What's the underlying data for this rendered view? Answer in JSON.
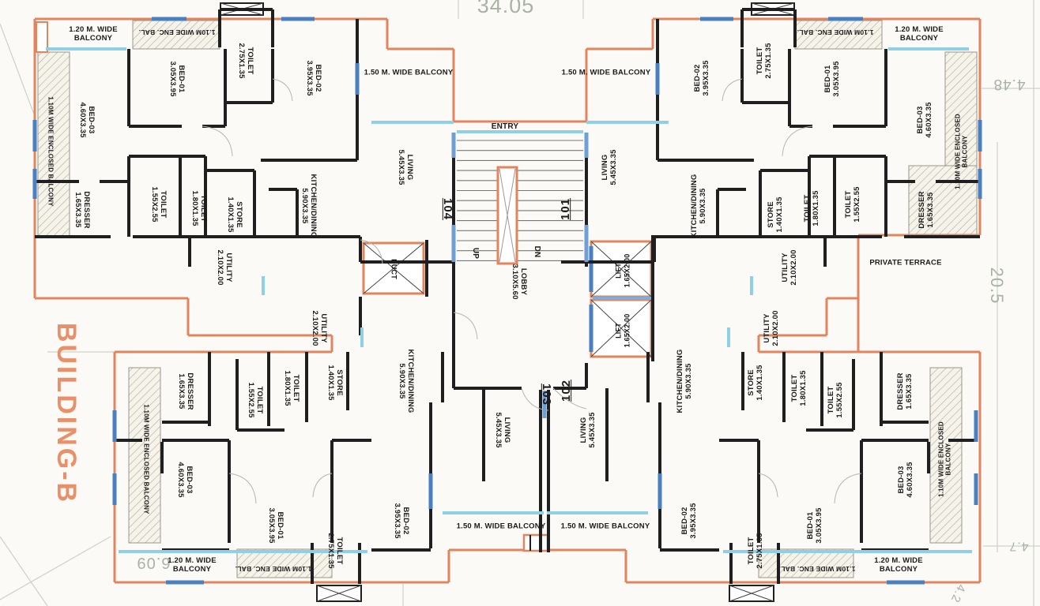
{
  "drawing_title": "BUILDING-B",
  "unit_numbers": [
    "104",
    "101",
    "103",
    "102"
  ],
  "dimensions": {
    "top_width": "34.05",
    "right_top": "4.48",
    "right_middle": "20.5",
    "right_bottom": "4.7",
    "bottom_left": "6.09",
    "bottom_right": "4.2"
  },
  "colors": {
    "boundary_orange": "#e0855e",
    "wall_black": "#1f1f1f",
    "window_blue": "#4a7fc1",
    "sill_cyan": "#8fd0e6",
    "dim_text": "#a9b2a7",
    "title_orange": "#e8906a",
    "paper": "#fbfaf6"
  },
  "labels": [
    {
      "id": "dim-top",
      "text": "34.05"
    },
    {
      "id": "dim-right-top",
      "text": "4.48"
    },
    {
      "id": "dim-right-mid",
      "text": "20.5"
    },
    {
      "id": "dim-right-bottom",
      "text": "4.7"
    },
    {
      "id": "dim-bottom-left",
      "text": "6.09"
    },
    {
      "id": "dim-bottom-right",
      "text": "4.2"
    },
    {
      "id": "building-title",
      "text": "BUILDING-B"
    },
    {
      "id": "core-entry",
      "text": "ENTRY"
    },
    {
      "id": "core-up",
      "text": "UP"
    },
    {
      "id": "core-dn",
      "text": "DN"
    },
    {
      "id": "core-lobby",
      "text": "LOBBY\n3.10X5.60"
    },
    {
      "id": "core-duct",
      "text": "DUCT"
    },
    {
      "id": "core-lift-1",
      "text": "LIFT\n1.65X2.00"
    },
    {
      "id": "core-lift-2",
      "text": "LIFT\n1.65X2.00"
    },
    {
      "id": "unit-104",
      "text": "104"
    },
    {
      "id": "unit-101",
      "text": "101"
    },
    {
      "id": "unit-103",
      "text": "103"
    },
    {
      "id": "unit-102",
      "text": "102"
    },
    {
      "id": "private-terrace",
      "text": "PRIVATE TERRACE"
    },
    {
      "id": "u104-balcony-120",
      "text": "1.20 M. WIDE\nBALCONY"
    },
    {
      "id": "u104-enc-bal-top",
      "text": "1.10M WIDE ENC. BAL."
    },
    {
      "id": "u104-bed01",
      "text": "BED-01\n3.05X3.95"
    },
    {
      "id": "u104-toilet-275",
      "text": "TOILET\n2.75X1.35"
    },
    {
      "id": "u104-bed02",
      "text": "BED-02\n3.95X3.35"
    },
    {
      "id": "u104-bed03",
      "text": "BED-03\n4.60X3.35"
    },
    {
      "id": "u104-enc-balcony",
      "text": "1.10M WIDE ENCLOSED BALCONY"
    },
    {
      "id": "u104-dresser",
      "text": "DRESSER\n1.65X3.35"
    },
    {
      "id": "u104-toilet-155",
      "text": "TOILET\n1.55X2.55"
    },
    {
      "id": "u104-toilet-180",
      "text": "TOILET\n1.80X1.35"
    },
    {
      "id": "u104-store",
      "text": "STORE\n1.40X1.35"
    },
    {
      "id": "u104-kitchen",
      "text": "KITCHEN/DINING\n5.90X3.35"
    },
    {
      "id": "u104-utility",
      "text": "UTILITY\n2.10X2.00"
    },
    {
      "id": "u104-living",
      "text": "LIVING\n5.45X3.35"
    },
    {
      "id": "u104-balcony-150",
      "text": "1.50 M. WIDE BALCONY"
    },
    {
      "id": "u101-balcony-150",
      "text": "1.50 M. WIDE BALCONY"
    },
    {
      "id": "u101-living",
      "text": "LIVING\n5.45X3.35"
    },
    {
      "id": "u101-bed02",
      "text": "BED-02\n3.95X3.35"
    },
    {
      "id": "u101-toilet-275",
      "text": "TOILET\n2.75X1.35"
    },
    {
      "id": "u101-bed01",
      "text": "BED-01\n3.05X3.95"
    },
    {
      "id": "u101-enc-bal-top",
      "text": "1.10M WIDE ENC. BAL."
    },
    {
      "id": "u101-balcony-120",
      "text": "1.20 M. WIDE\nBALCONY"
    },
    {
      "id": "u101-bed03",
      "text": "BED-03\n4.60X3.35"
    },
    {
      "id": "u101-enc-balcony",
      "text": "1.10M WIDE ENCLOSED BALCONY"
    },
    {
      "id": "u101-dresser",
      "text": "DRESSER\n1.65X3.35"
    },
    {
      "id": "u101-toilet-155",
      "text": "TOILET\n1.55X2.55"
    },
    {
      "id": "u101-toilet-180",
      "text": "TOILET\n1.80X1.35"
    },
    {
      "id": "u101-store",
      "text": "STORE\n1.40X1.35"
    },
    {
      "id": "u101-kitchen",
      "text": "KITCHEN/DINING\n5.90X3.35"
    },
    {
      "id": "u101-utility",
      "text": "UTILITY\n2.10X2.00"
    },
    {
      "id": "u103-utility",
      "text": "UTILITY\n2.10X2.00"
    },
    {
      "id": "u103-store",
      "text": "STORE\n1.40X1.35"
    },
    {
      "id": "u103-toilet-180",
      "text": "TOILET\n1.80X1.35"
    },
    {
      "id": "u103-toilet-155",
      "text": "TOILET\n1.55X2.55"
    },
    {
      "id": "u103-dresser",
      "text": "DRESSER\n1.65X3.35"
    },
    {
      "id": "u103-kitchen",
      "text": "KITCHEN/DINING\n5.90X3.35"
    },
    {
      "id": "u103-enc-balcony",
      "text": "1.10M WIDE ENCLOSED BALCONY"
    },
    {
      "id": "u103-bed03",
      "text": "BED-03\n4.60X3.35"
    },
    {
      "id": "u103-bed01",
      "text": "BED-01\n3.05X3.95"
    },
    {
      "id": "u103-toilet-275",
      "text": "TOILET\n2.75X1.35"
    },
    {
      "id": "u103-bed02",
      "text": "BED-02\n3.95X3.35"
    },
    {
      "id": "u103-living",
      "text": "LIVING\n5.45X3.35"
    },
    {
      "id": "u103-balcony-120",
      "text": "1.20 M. WIDE\nBALCONY"
    },
    {
      "id": "u103-enc-bal-bottom",
      "text": "1.10M WIDE ENC. BAL."
    },
    {
      "id": "u103-balcony-150",
      "text": "1.50 M. WIDE BALCONY"
    },
    {
      "id": "u102-utility",
      "text": "UTILITY\n2.10X2.00"
    },
    {
      "id": "u102-store",
      "text": "STORE\n1.40X1.35"
    },
    {
      "id": "u102-toilet-180",
      "text": "TOILET\n1.80X1.35"
    },
    {
      "id": "u102-toilet-155",
      "text": "TOILET\n1.55X2.55"
    },
    {
      "id": "u102-dresser",
      "text": "DRESSER\n1.65X3.35"
    },
    {
      "id": "u102-kitchen",
      "text": "KITCHEN/DINING\n5.90X3.35"
    },
    {
      "id": "u102-enc-balcony",
      "text": "1.10M WIDE ENCLOSED BALCONY"
    },
    {
      "id": "u102-bed03",
      "text": "BED-03\n4.60X3.35"
    },
    {
      "id": "u102-bed01",
      "text": "BED-01\n3.05X3.95"
    },
    {
      "id": "u102-toilet-275",
      "text": "TOILET\n2.75X1.35"
    },
    {
      "id": "u102-bed02",
      "text": "BED-02\n3.95X3.35"
    },
    {
      "id": "u102-living",
      "text": "LIVING\n5.45X3.35"
    },
    {
      "id": "u102-balcony-120",
      "text": "1.20 M. WIDE\nBALCONY"
    },
    {
      "id": "u102-enc-bal-bottom",
      "text": "1.10M WIDE ENC. BAL."
    },
    {
      "id": "u102-balcony-150",
      "text": "1.50 M. WIDE BALCONY"
    }
  ]
}
